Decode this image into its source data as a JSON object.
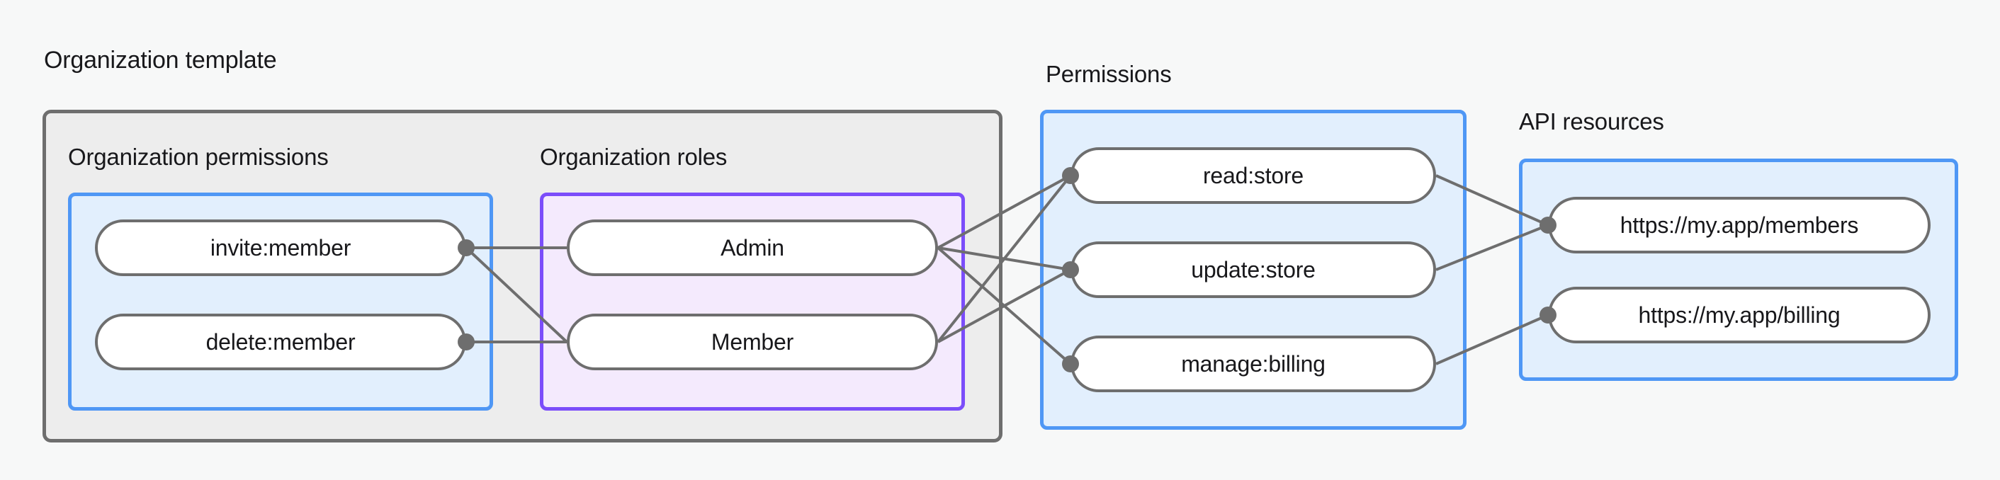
{
  "diagram": {
    "title": "Organization template",
    "groups": [
      {
        "id": "org-template",
        "label": "Organization template",
        "kind": "container"
      },
      {
        "id": "org-permissions",
        "label": "Organization permissions",
        "kind": "blue"
      },
      {
        "id": "org-roles",
        "label": "Organization roles",
        "kind": "purple"
      },
      {
        "id": "permissions",
        "label": "Permissions",
        "kind": "blue"
      },
      {
        "id": "api-resources",
        "label": "API resources",
        "kind": "blue"
      }
    ],
    "nodes": {
      "org_permissions": [
        {
          "id": "invite-member",
          "label": "invite:member"
        },
        {
          "id": "delete-member",
          "label": "delete:member"
        }
      ],
      "org_roles": [
        {
          "id": "admin",
          "label": "Admin"
        },
        {
          "id": "member",
          "label": "Member"
        }
      ],
      "permissions": [
        {
          "id": "read-store",
          "label": "read:store"
        },
        {
          "id": "update-store",
          "label": "update:store"
        },
        {
          "id": "manage-billing",
          "label": "manage:billing"
        }
      ],
      "api_resources": [
        {
          "id": "members-url",
          "label": "https://my.app/members"
        },
        {
          "id": "billing-url",
          "label": "https://my.app/billing"
        }
      ]
    },
    "edges": [
      {
        "from": "invite-member",
        "to": "admin"
      },
      {
        "from": "invite-member",
        "to": "member"
      },
      {
        "from": "delete-member",
        "to": "member"
      },
      {
        "from": "admin",
        "to": "read-store"
      },
      {
        "from": "admin",
        "to": "update-store"
      },
      {
        "from": "admin",
        "to": "manage-billing"
      },
      {
        "from": "member",
        "to": "read-store"
      },
      {
        "from": "member",
        "to": "update-store"
      },
      {
        "from": "read-store",
        "to": "members-url"
      },
      {
        "from": "update-store",
        "to": "members-url"
      },
      {
        "from": "manage-billing",
        "to": "billing-url"
      }
    ],
    "colors": {
      "canvas_background": "#f7f8f8",
      "container_fill": "#ededed",
      "container_border": "#6e6e6e",
      "blue_fill": "#e2effd",
      "blue_border": "#4f97f5",
      "purple_fill": "#f4eafd",
      "purple_border": "#7b4dfa",
      "node_fill": "#ffffff",
      "node_border": "#6e6e6e",
      "edge_stroke": "#6e6e6e",
      "text": "#18181b"
    }
  }
}
